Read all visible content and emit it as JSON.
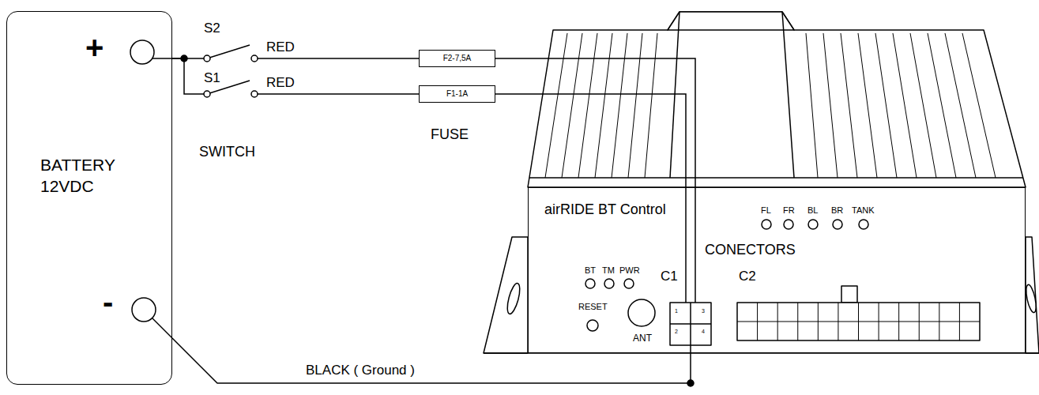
{
  "diagram": {
    "nodes": [
      {
        "text": [
          "BATTERY 12VDC"
        ]
      },
      {
        "text": [
          "F2-7,5A"
        ]
      },
      {
        "text": [
          "F1-1A"
        ]
      },
      {
        "text": [
          "airRIDE BT Control"
        ]
      }
    ],
    "edges": [
      {
        "from": 0,
        "to": 1,
        "arrow": "none",
        "label": "RED"
      },
      {
        "from": 0,
        "to": 2,
        "arrow": "none",
        "label": "RED"
      },
      {
        "from": 1,
        "to": 3,
        "arrow": "none"
      },
      {
        "from": 2,
        "to": 3,
        "arrow": "none"
      },
      {
        "from": 0,
        "to": 3,
        "arrow": "none",
        "label": "BLACK ( Ground )"
      }
    ],
    "labels": [
      "+",
      "-",
      "S2",
      "S1",
      "SWITCH",
      "FUSE",
      "FL",
      "FR",
      "BL",
      "BR",
      "TANK",
      "BT",
      "TM",
      "PWR",
      "RESET",
      "ANT",
      "C1",
      "CONECTORS",
      "C2",
      "1",
      "3",
      "2",
      "4"
    ]
  }
}
